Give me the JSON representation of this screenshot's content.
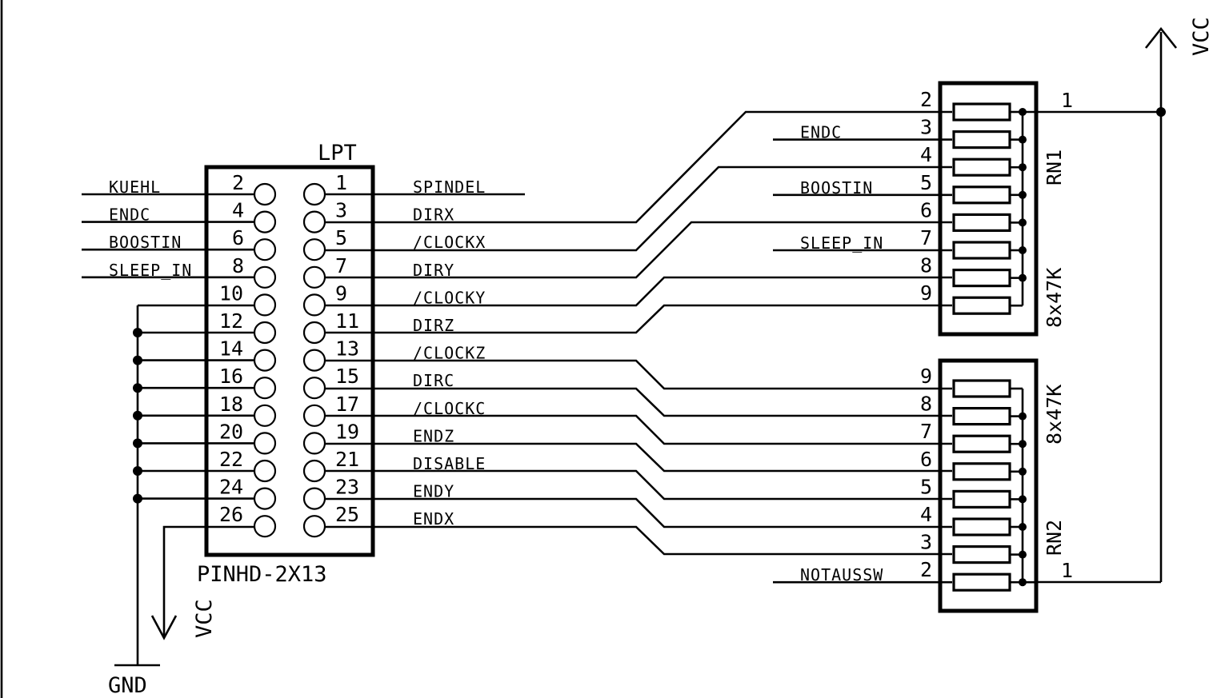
{
  "header": {
    "connector_name": "LPT",
    "connector_value": "PINHD-2X13"
  },
  "connector": {
    "even_pins": [
      {
        "pin": "2",
        "net": "KUEHL"
      },
      {
        "pin": "4",
        "net": "ENDC"
      },
      {
        "pin": "6",
        "net": "BOOSTIN"
      },
      {
        "pin": "8",
        "net": "SLEEP_IN"
      },
      {
        "pin": "10",
        "net": ""
      },
      {
        "pin": "12",
        "net": ""
      },
      {
        "pin": "14",
        "net": ""
      },
      {
        "pin": "16",
        "net": ""
      },
      {
        "pin": "18",
        "net": ""
      },
      {
        "pin": "20",
        "net": ""
      },
      {
        "pin": "22",
        "net": ""
      },
      {
        "pin": "24",
        "net": ""
      },
      {
        "pin": "26",
        "net": ""
      }
    ],
    "odd_pins": [
      {
        "pin": "1",
        "net": "SPINDEL"
      },
      {
        "pin": "3",
        "net": "DIRX"
      },
      {
        "pin": "5",
        "net": "/CLOCKX"
      },
      {
        "pin": "7",
        "net": "DIRY"
      },
      {
        "pin": "9",
        "net": "/CLOCKY"
      },
      {
        "pin": "11",
        "net": "DIRZ"
      },
      {
        "pin": "13",
        "net": "/CLOCKZ"
      },
      {
        "pin": "15",
        "net": "DIRC"
      },
      {
        "pin": "17",
        "net": "/CLOCKC"
      },
      {
        "pin": "19",
        "net": "ENDZ"
      },
      {
        "pin": "21",
        "net": "DISABLE"
      },
      {
        "pin": "23",
        "net": "ENDY"
      },
      {
        "pin": "25",
        "net": "ENDX"
      }
    ]
  },
  "rn1": {
    "name": "RN1",
    "value": "8x47K",
    "common_pin": "1",
    "pins": [
      {
        "pin": "2",
        "net": ""
      },
      {
        "pin": "3",
        "net": "ENDC"
      },
      {
        "pin": "4",
        "net": ""
      },
      {
        "pin": "5",
        "net": "BOOSTIN"
      },
      {
        "pin": "6",
        "net": ""
      },
      {
        "pin": "7",
        "net": "SLEEP_IN"
      },
      {
        "pin": "8",
        "net": ""
      },
      {
        "pin": "9",
        "net": ""
      }
    ]
  },
  "rn2": {
    "name": "RN2",
    "value": "8x47K",
    "common_pin": "1",
    "pins": [
      {
        "pin": "9",
        "net": ""
      },
      {
        "pin": "8",
        "net": ""
      },
      {
        "pin": "7",
        "net": ""
      },
      {
        "pin": "6",
        "net": ""
      },
      {
        "pin": "5",
        "net": ""
      },
      {
        "pin": "4",
        "net": ""
      },
      {
        "pin": "3",
        "net": ""
      },
      {
        "pin": "2",
        "net": "NOTAUSSW"
      }
    ]
  },
  "power": {
    "vcc_top": "VCC",
    "vcc_bottom": "VCC",
    "gnd": "GND"
  },
  "colors": {
    "ink": "#000000",
    "paper": "#ffffff"
  }
}
